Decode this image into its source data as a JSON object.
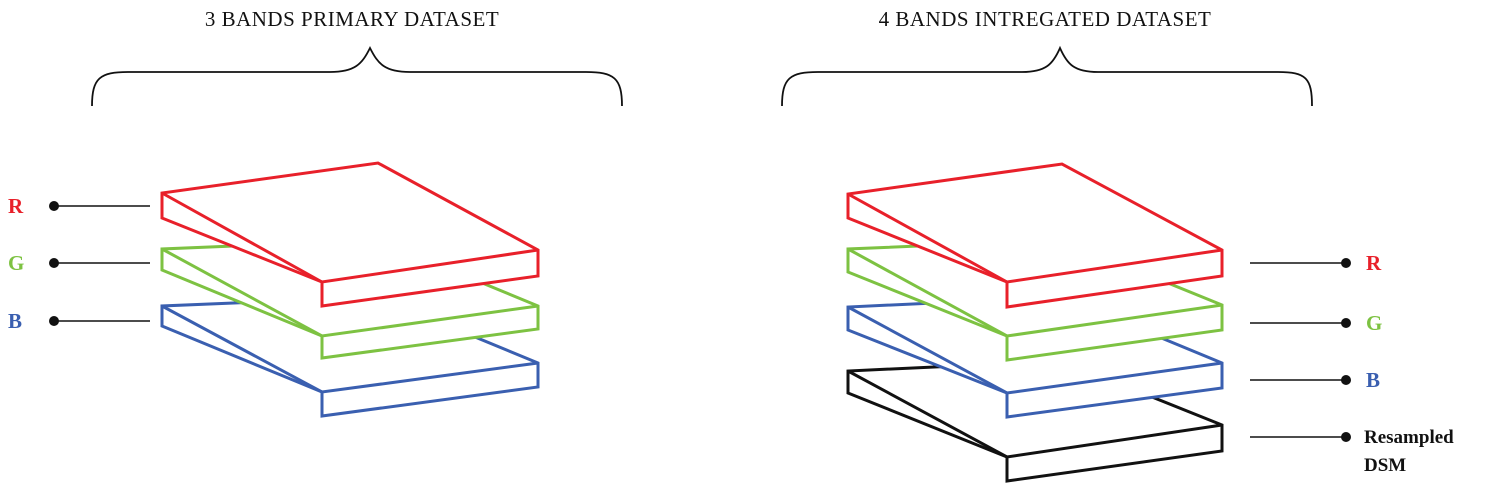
{
  "colors": {
    "red": "#e8202a",
    "green": "#7dc242",
    "blue": "#3a5fb0",
    "black": "#111111"
  },
  "left_group": {
    "title": "3 BANDS PRIMARY DATASET",
    "layers": [
      {
        "band": "red",
        "label": "R"
      },
      {
        "band": "green",
        "label": "G"
      },
      {
        "band": "blue",
        "label": "B"
      }
    ]
  },
  "right_group": {
    "title": "4 BANDS INTREGATED DATASET",
    "layers": [
      {
        "band": "red",
        "label": "R"
      },
      {
        "band": "green",
        "label": "G"
      },
      {
        "band": "blue",
        "label": "B"
      },
      {
        "band": "black",
        "label_line1": "Resampled",
        "label_line2": "DSM"
      }
    ]
  }
}
